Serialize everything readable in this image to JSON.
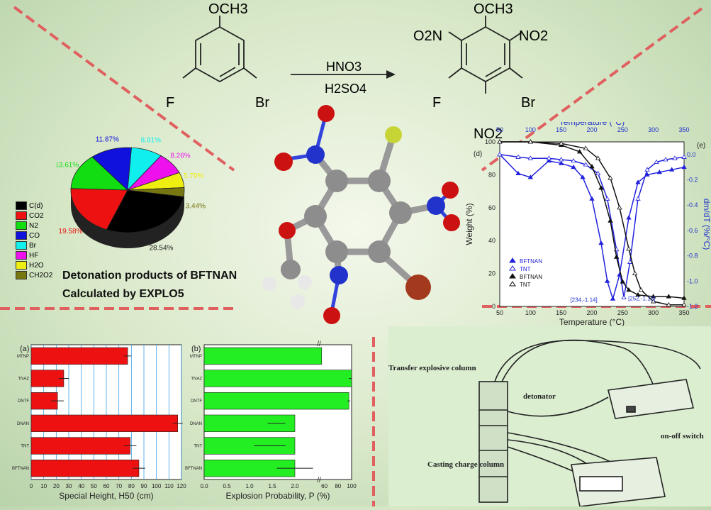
{
  "scheme": {
    "reactant": {
      "och3": "OCH3",
      "f": "F",
      "br": "Br"
    },
    "reagents": {
      "top": "HNO3",
      "bottom": "H2SO4"
    },
    "product": {
      "och3": "OCH3",
      "no2_left": "O2N",
      "no2_right": "NO2",
      "f": "F",
      "br": "Br",
      "no2_bottom": "NO2"
    }
  },
  "pie": {
    "caption_line1": "Detonation products of BFTNAN",
    "caption_line2": "Calculated by EXPLO5",
    "slices": [
      {
        "name": "C(d)",
        "value": 28.54,
        "label": "28.54%",
        "color": "#000000"
      },
      {
        "name": "CO2",
        "value": 19.58,
        "label": "19.58%",
        "color": "#ee1111"
      },
      {
        "name": "N2",
        "value": 13.61,
        "label": "13.61%",
        "color": "#11dd11"
      },
      {
        "name": "CO",
        "value": 11.87,
        "label": "11.87%",
        "color": "#1111dd"
      },
      {
        "name": "Br",
        "value": 8.91,
        "label": "8.91%",
        "color": "#11eeee"
      },
      {
        "name": "HF",
        "value": 8.26,
        "label": "8.26%",
        "color": "#ee11ee"
      },
      {
        "name": "H2O",
        "value": 5.79,
        "label": "5.79%",
        "color": "#eeee11"
      },
      {
        "name": "CH2O2",
        "value": 3.44,
        "label": "3.44%",
        "color": "#777711"
      }
    ]
  },
  "chart_data": [
    {
      "type": "line",
      "panel_labels": [
        "(d)",
        "(e)"
      ],
      "xlabel": "Temperature (°C)",
      "x_top_label": "Temperature (°C)",
      "ylabel": "Weight (%)",
      "y2label": "dm/dT (%/°C)",
      "xlim": [
        50,
        350
      ],
      "ylim": [
        0,
        100
      ],
      "y2lim": [
        -1.2,
        0.1
      ],
      "x_ticks": [
        50,
        100,
        150,
        200,
        250,
        300,
        350
      ],
      "y_ticks": [
        0,
        20,
        40,
        60,
        80,
        100
      ],
      "y2_ticks": [
        0.0,
        -0.2,
        -0.4,
        -0.6,
        -0.8,
        -1.0,
        -1.2
      ],
      "legend": [
        "BFTNAN",
        "TNT",
        "BFTNAN",
        "TNT"
      ],
      "annotations": [
        "[234,-1.14]",
        "[252,-1.13]"
      ],
      "series": [
        {
          "name": "BFTNAN",
          "color": "#2222dd",
          "marker": "filled-triangle",
          "axis": "right",
          "x": [
            50,
            80,
            100,
            130,
            150,
            170,
            185,
            200,
            215,
            225,
            234,
            245,
            260,
            275,
            290,
            310,
            330,
            350
          ],
          "y": [
            0.0,
            -0.15,
            -0.18,
            -0.05,
            -0.07,
            -0.1,
            -0.18,
            -0.35,
            -0.7,
            -1.0,
            -1.14,
            -0.95,
            -0.5,
            -0.22,
            -0.16,
            -0.14,
            -0.12,
            -0.1
          ]
        },
        {
          "name": "TNT",
          "color": "#2222dd",
          "marker": "open-triangle",
          "axis": "right",
          "x": [
            50,
            80,
            100,
            130,
            150,
            170,
            190,
            210,
            225,
            240,
            252,
            262,
            275,
            290,
            305,
            320,
            335,
            350
          ],
          "y": [
            0.0,
            -0.02,
            -0.03,
            -0.03,
            -0.04,
            -0.05,
            -0.08,
            -0.15,
            -0.35,
            -0.75,
            -1.13,
            -0.85,
            -0.35,
            -0.12,
            -0.06,
            -0.04,
            -0.03,
            -0.02
          ]
        },
        {
          "name": "BFTNAN",
          "color": "#111111",
          "marker": "filled-triangle",
          "axis": "left",
          "x": [
            50,
            100,
            150,
            180,
            200,
            215,
            230,
            240,
            250,
            260,
            275,
            300,
            325,
            350
          ],
          "y": [
            100,
            100,
            98,
            94,
            85,
            72,
            52,
            30,
            15,
            10,
            7,
            6,
            6,
            5
          ]
        },
        {
          "name": "TNT",
          "color": "#111111",
          "marker": "open-triangle",
          "axis": "left",
          "x": [
            50,
            100,
            150,
            190,
            210,
            230,
            245,
            260,
            270,
            280,
            300,
            325,
            350
          ],
          "y": [
            100,
            100,
            99,
            96,
            90,
            78,
            60,
            35,
            20,
            10,
            3,
            1,
            1
          ]
        }
      ]
    },
    {
      "type": "bar",
      "panel_label": "(a)",
      "xlabel": "Special Height, H50 (cm)",
      "xlim": [
        0,
        120
      ],
      "x_ticks": [
        0,
        10,
        20,
        30,
        40,
        50,
        60,
        70,
        80,
        90,
        100,
        110,
        120
      ],
      "categories": [
        "MTNP",
        "TNAZ",
        "DNTF",
        "DNAN",
        "TNT",
        "BFTNAN"
      ],
      "values": [
        77,
        26,
        21,
        117,
        79,
        86
      ],
      "errors": [
        3,
        4,
        5,
        4,
        5,
        5
      ],
      "color": "#ee1111"
    },
    {
      "type": "bar",
      "panel_label": "(b)",
      "xlabel": "Explosion Probability, P (%)",
      "x_ticks_left": [
        0.0,
        0.5,
        1.0,
        1.5,
        2.0
      ],
      "x_ticks_right": [
        60,
        80,
        100
      ],
      "break_label": "//",
      "categories": [
        "MTNP",
        "TNAZ",
        "DNTF",
        "DNAN",
        "TNT",
        "BFTNAN"
      ],
      "values": [
        56,
        100,
        96,
        2,
        2,
        2
      ],
      "errors": [
        0,
        4,
        2,
        0.6,
        0.9,
        0.4
      ],
      "color": "#22ee22"
    }
  ],
  "apparatus": {
    "transfer": "Transfer explosive column",
    "detonator": "detonator",
    "switch": "on-off switch",
    "casting": "Casting charge column"
  }
}
